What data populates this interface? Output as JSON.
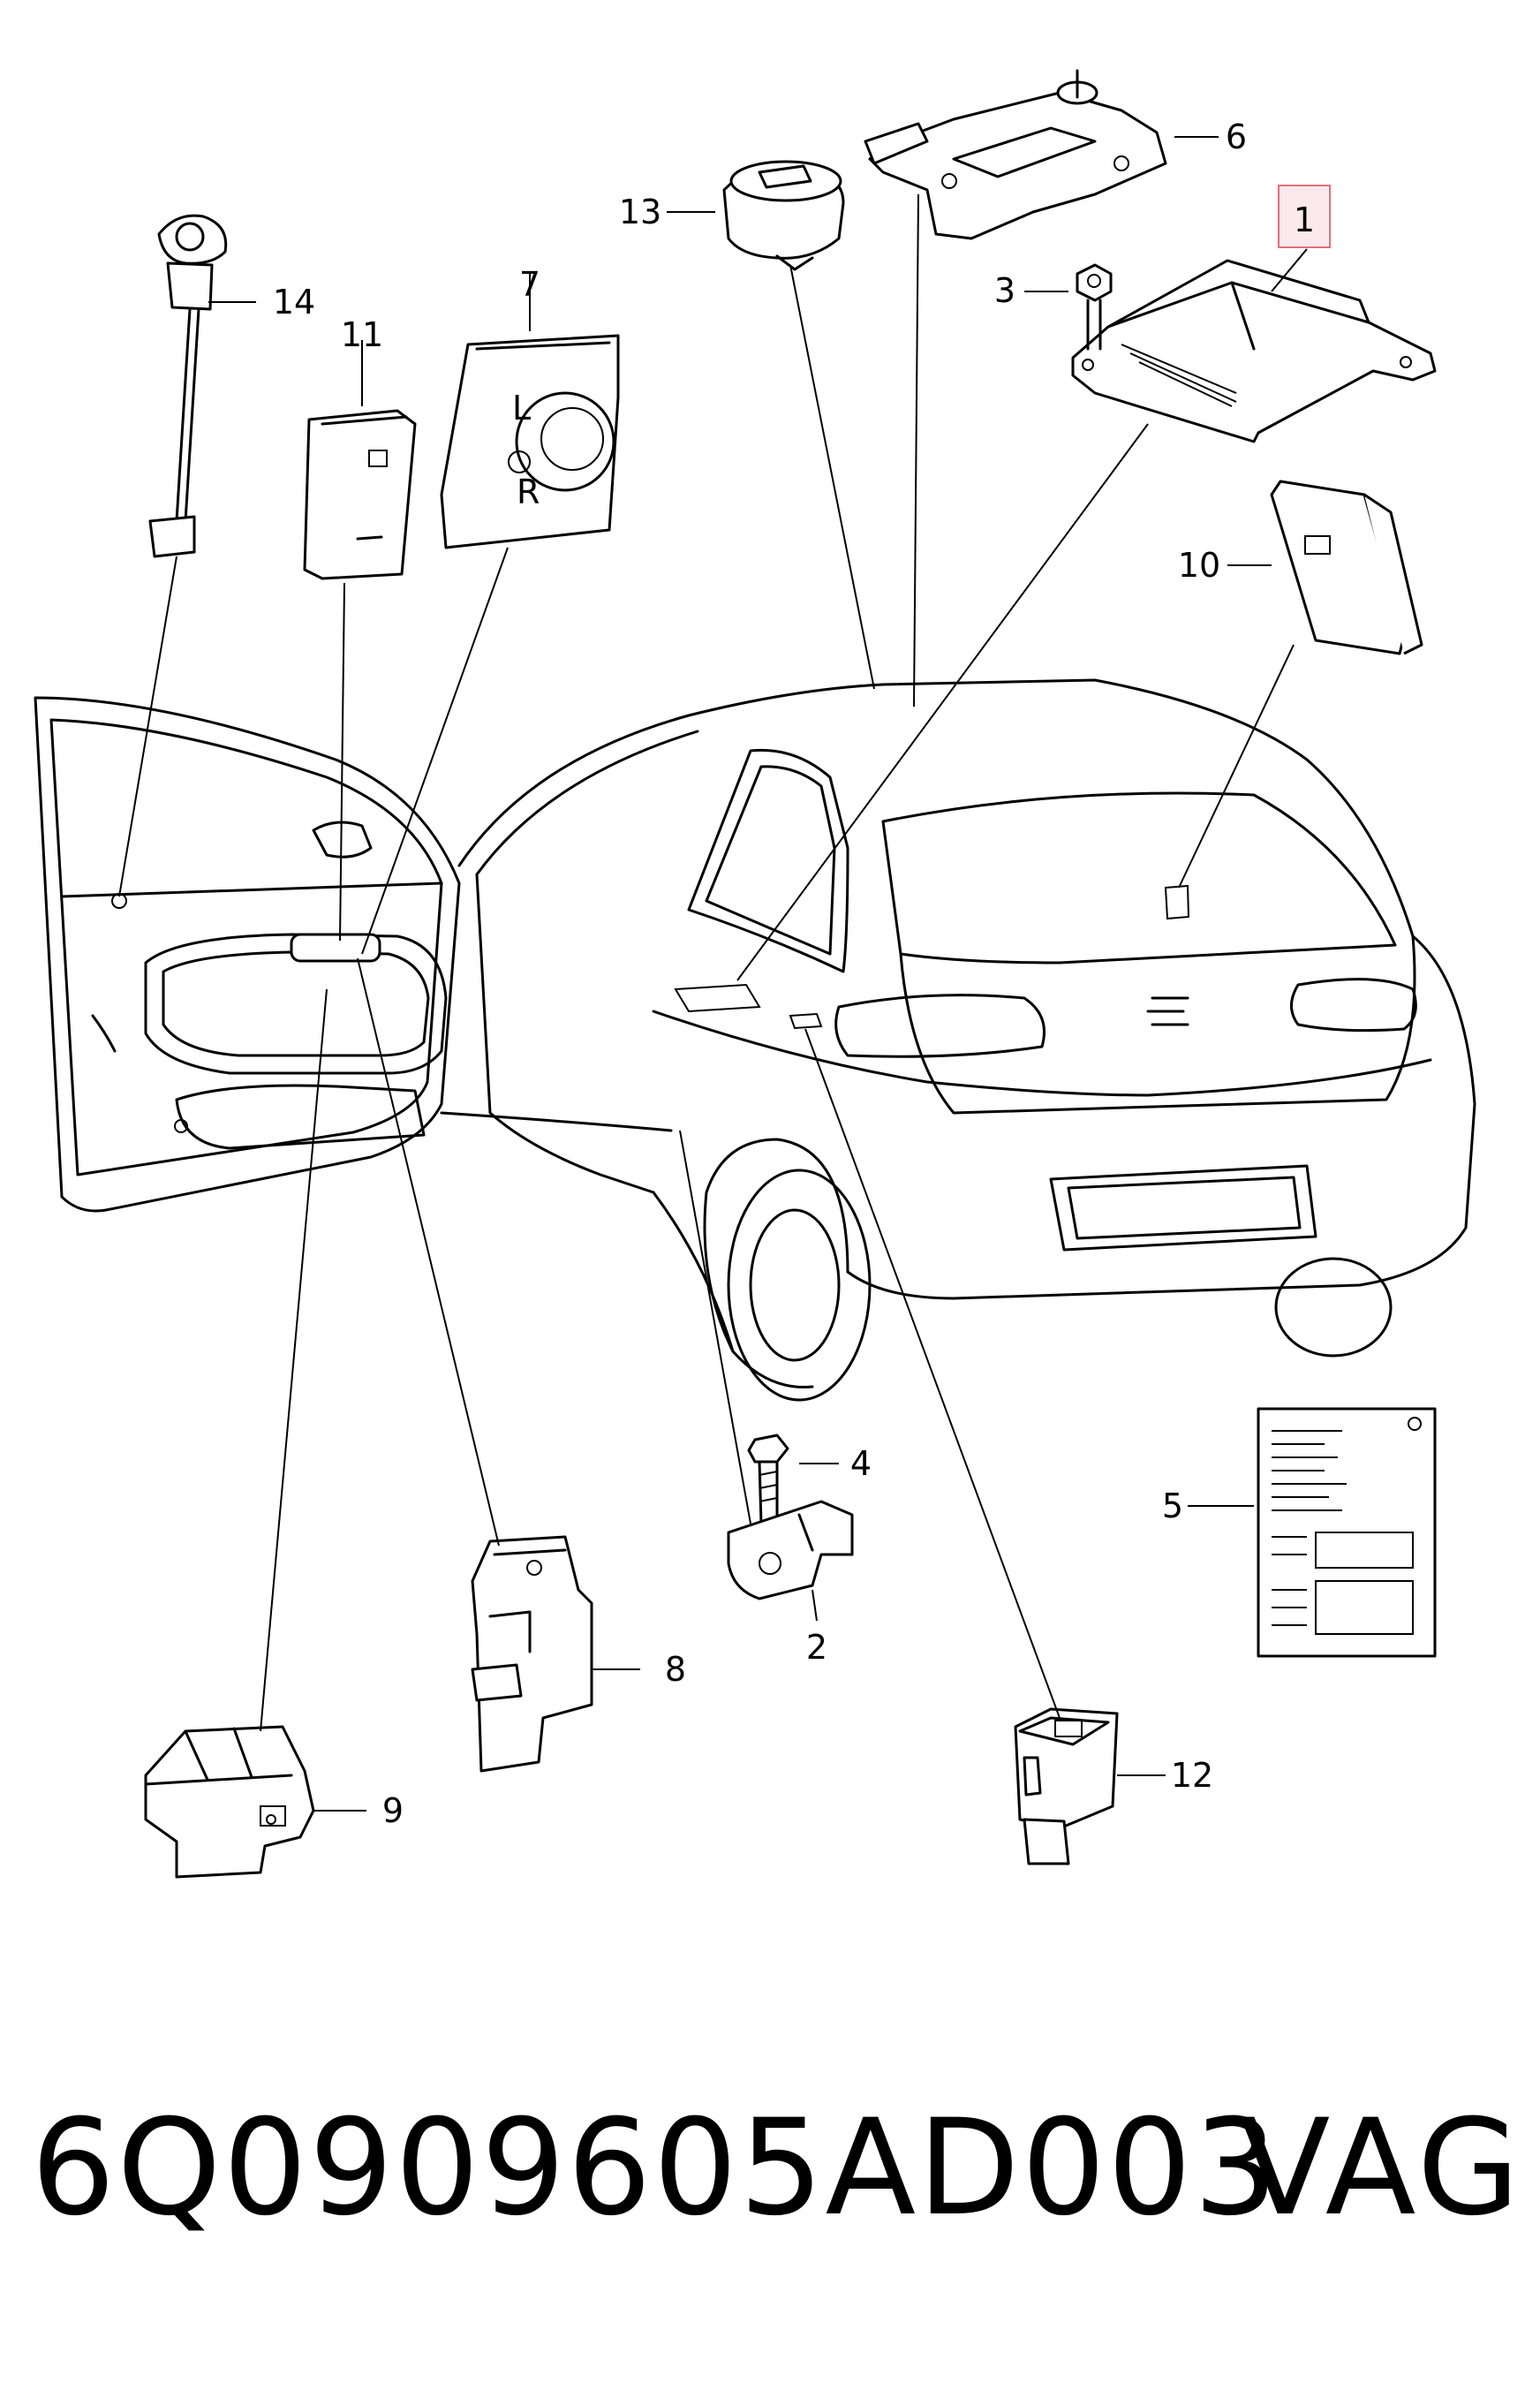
{
  "callouts": {
    "c1": "1",
    "c2": "2",
    "c3": "3",
    "c4": "4",
    "c5": "5",
    "c6": "6",
    "c7": "7",
    "c8": "8",
    "c9": "9",
    "c10": "10",
    "c11": "11",
    "c12": "12",
    "c13": "13",
    "c14": "14"
  },
  "switch_marks": {
    "left": "L",
    "right": "R"
  },
  "highlight_color": "#e0707a",
  "footer": {
    "part_number": "6Q0909605AD003",
    "brand": "VAG"
  }
}
